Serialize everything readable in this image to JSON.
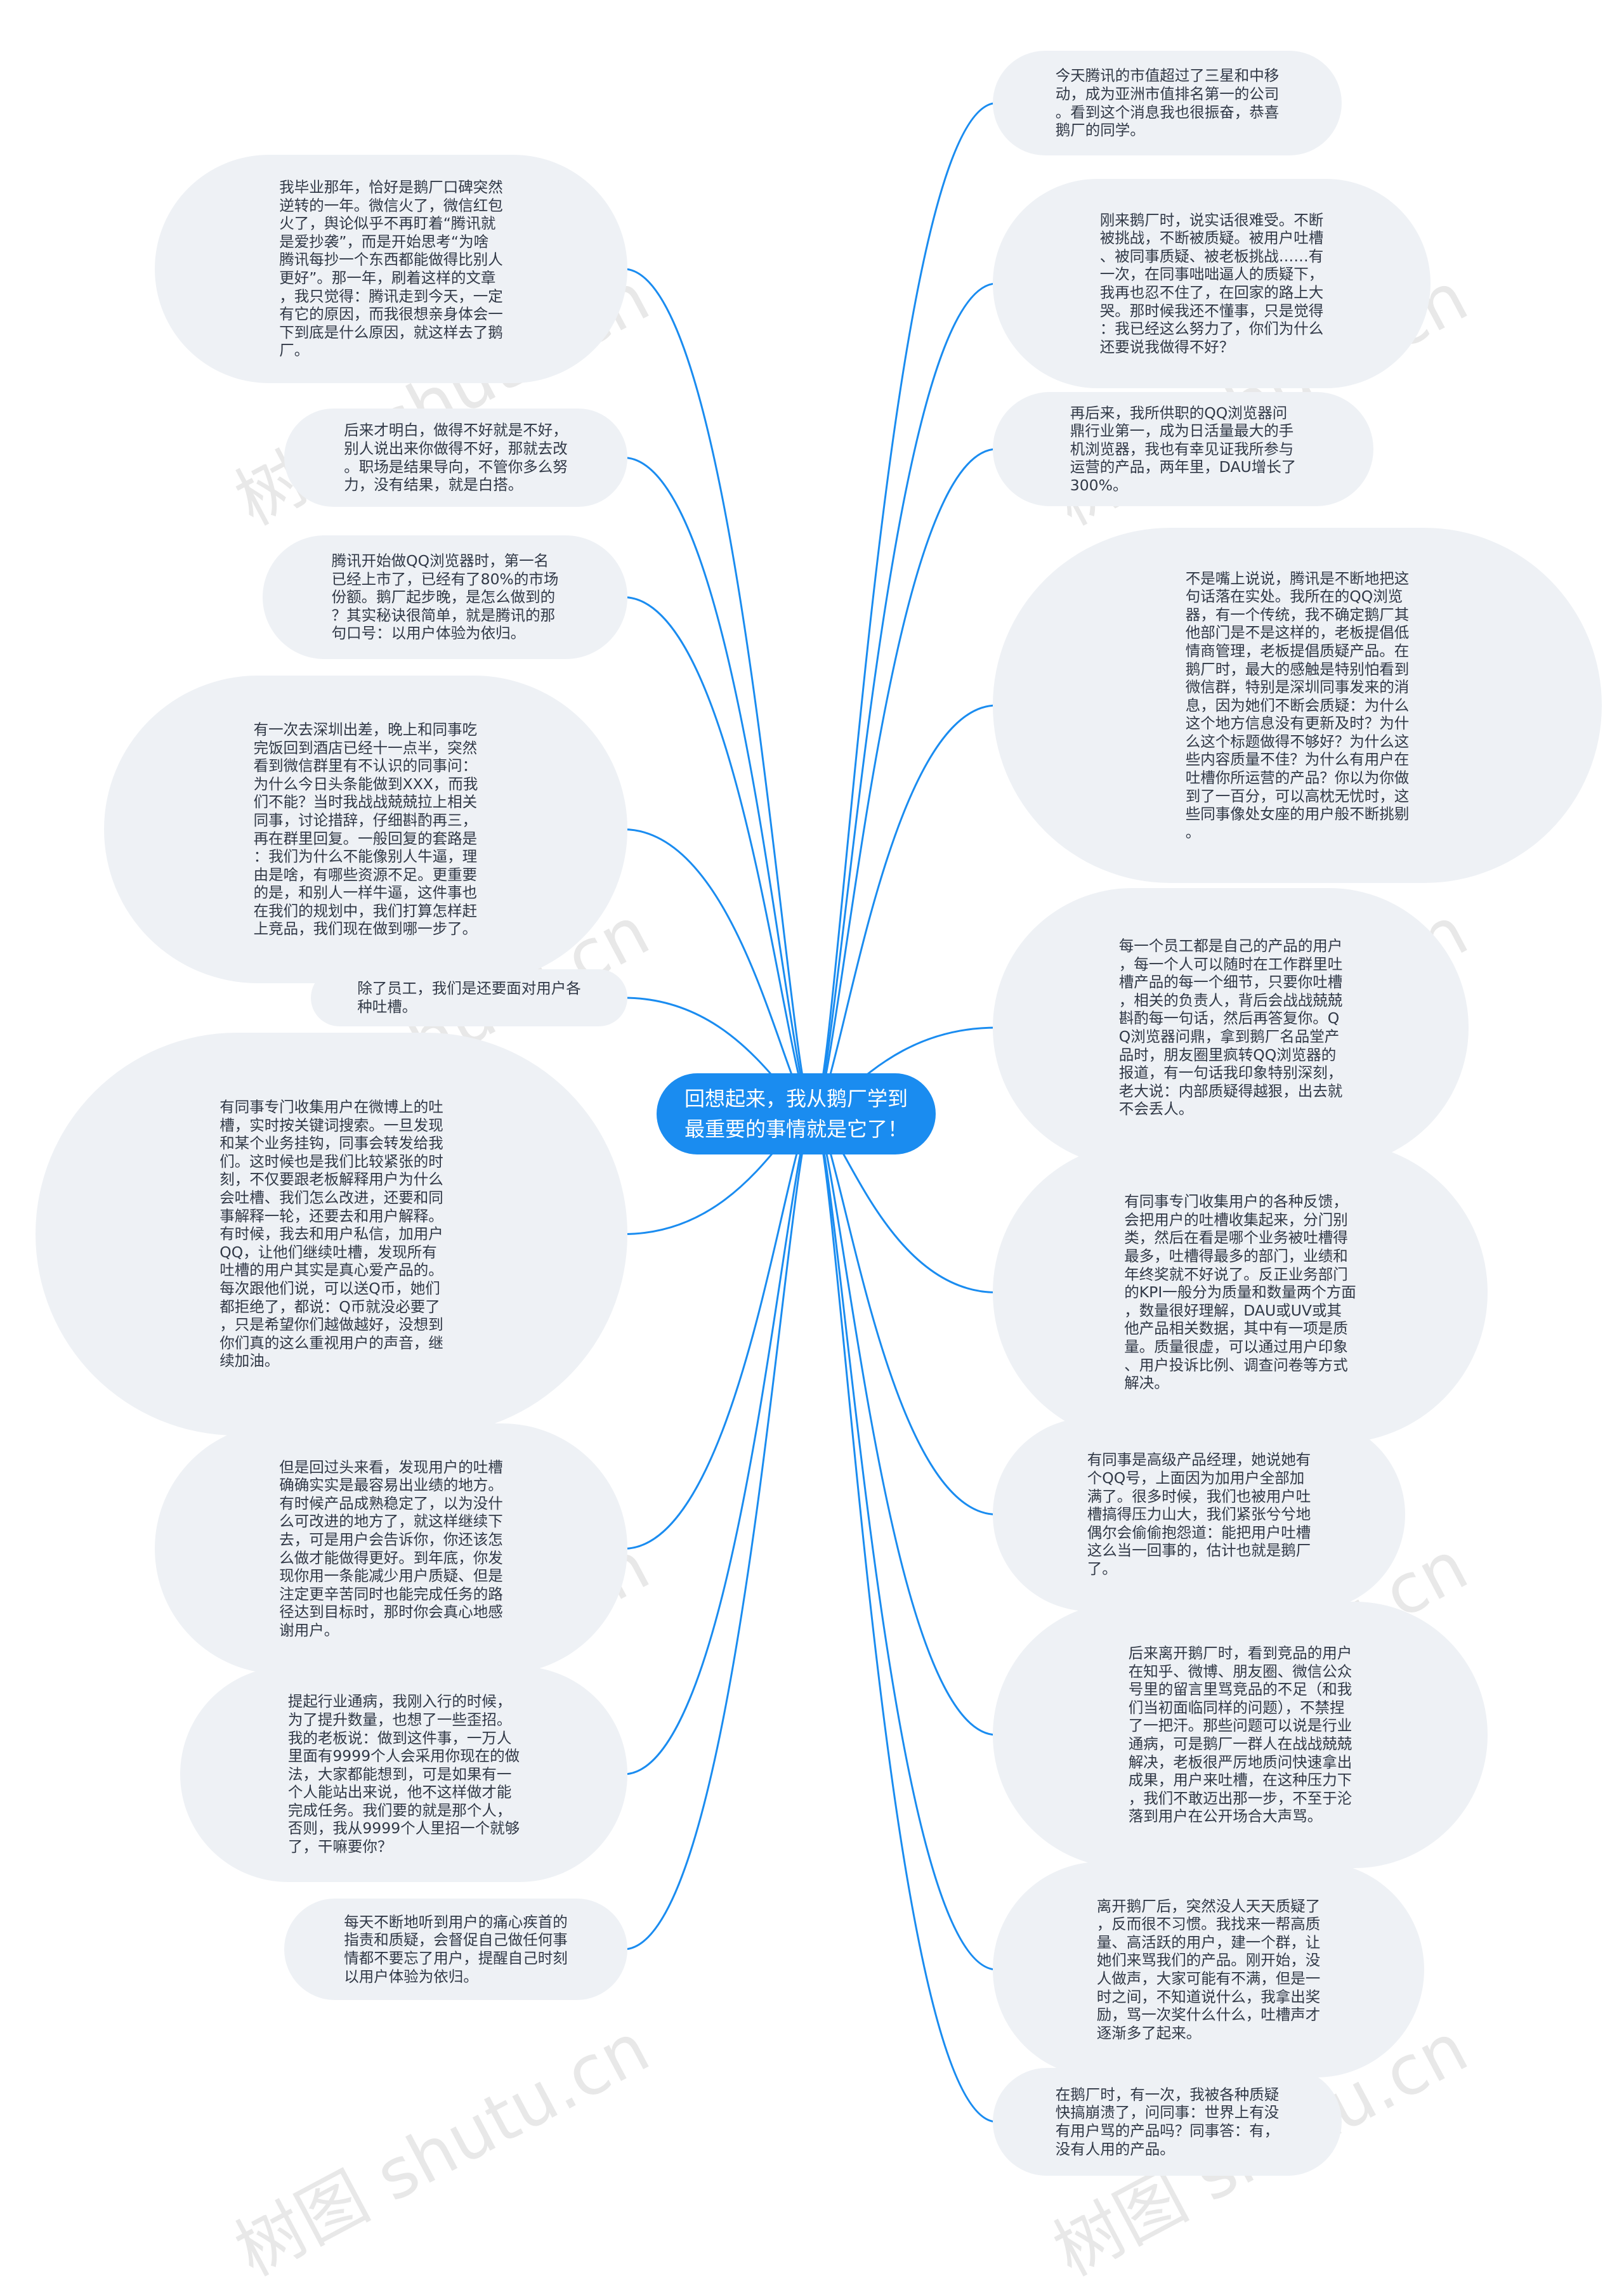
{
  "diagram": {
    "title": "回想起来，我从鹅厂学到\n最重要的事情就是它了！",
    "link_color": "#1a8cf0",
    "node_color": "#eef1f5",
    "center_color": "#1a8cf0",
    "watermark": "树图 shutu.cn"
  },
  "left_nodes": [
    {
      "text": "我毕业那年，恰好是鹅厂口碑突然\n逆转的一年。微信火了，微信红包\n火了，舆论似乎不再盯着“腾讯就\n是爱抄袭”，而是开始思考“为啥\n腾讯每抄一个东西都能做得比别人\n更好”。那一年，刷着这样的文章\n，我只觉得：腾讯走到今天，一定\n有它的原因，而我很想亲身体会一\n下到底是什么原因，就这样去了鹅\n厂。"
    },
    {
      "text": "后来才明白，做得不好就是不好，\n别人说出来你做得不好，那就去改\n。职场是结果导向，不管你多么努\n力，没有结果，就是白搭。"
    },
    {
      "text": "腾讯开始做QQ浏览器时，第一名\n已经上市了，已经有了80%的市场\n份额。鹅厂起步晚，是怎么做到的\n？其实秘诀很简单，就是腾讯的那\n句口号：以用户体验为依归。"
    },
    {
      "text": "有一次去深圳出差，晚上和同事吃\n完饭回到酒店已经十一点半，突然\n看到微信群里有不认识的同事问：\n为什么今日头条能做到XXX，而我\n们不能？当时我战战兢兢拉上相关\n同事，讨论措辞，仔细斟酌再三，\n再在群里回复。一般回复的套路是\n：我们为什么不能像别人牛逼，理\n由是啥，有哪些资源不足。更重要\n的是，和别人一样牛逼，这件事也\n在我们的规划中，我们打算怎样赶\n上竞品，我们现在做到哪一步了。"
    },
    {
      "text": "除了员工，我们是还要面对用户各\n种吐槽。"
    },
    {
      "text": "有同事专门收集用户在微博上的吐\n槽，实时按关键词搜索。一旦发现\n和某个业务挂钩，同事会转发给我\n们。这时候也是我们比较紧张的时\n刻，不仅要跟老板解释用户为什么\n会吐槽、我们怎么改进，还要和同\n事解释一轮，还要去和用户解释。\n有时候，我去和用户私信，加用户\nQQ，让他们继续吐槽，发现所有\n吐槽的用户其实是真心爱产品的。\n每次跟他们说，可以送Q币，她们\n都拒绝了，都说：Q币就没必要了\n，只是希望你们越做越好，没想到\n你们真的这么重视用户的声音，继\n续加油。"
    },
    {
      "text": "但是回过头来看，发现用户的吐槽\n确确实实是最容易出业绩的地方。\n有时候产品成熟稳定了，以为没什\n么可改进的地方了，就这样继续下\n去，可是用户会告诉你，你还该怎\n么做才能做得更好。到年底，你发\n现你用一条能减少用户质疑、但是\n注定更辛苦同时也能完成任务的路\n径达到目标时，那时你会真心地感\n谢用户。"
    },
    {
      "text": "提起行业通病，我刚入行的时候，\n为了提升数量，也想了一些歪招。\n我的老板说：做到这件事，一万人\n里面有9999个人会采用你现在的做\n法，大家都能想到，可是如果有一\n个人能站出来说，他不这样做才能\n完成任务。我们要的就是那个人，\n否则，我从9999个人里招一个就够\n了，干嘛要你？"
    },
    {
      "text": "每天不断地听到用户的痛心疾首的\n指责和质疑，会督促自己做任何事\n情都不要忘了用户，提醒自己时刻\n以用户体验为依归。"
    }
  ],
  "right_nodes": [
    {
      "text": "今天腾讯的市值超过了三星和中移\n动，成为亚洲市值排名第一的公司\n。看到这个消息我也很振奋，恭喜\n鹅厂的同学。"
    },
    {
      "text": "刚来鹅厂时，说实话很难受。不断\n被挑战，不断被质疑。被用户吐槽\n、被同事质疑、被老板挑战……有\n一次，在同事咄咄逼人的质疑下，\n我再也忍不住了，在回家的路上大\n哭。那时候我还不懂事，只是觉得\n：我已经这么努力了，你们为什么\n还要说我做得不好？"
    },
    {
      "text": "再后来，我所供职的QQ浏览器问\n鼎行业第一，成为日活量最大的手\n机浏览器，我也有幸见证我所参与\n运营的产品，两年里，DAU增长了\n300%。"
    },
    {
      "text": "不是嘴上说说，腾讯是不断地把这\n句话落在实处。我所在的QQ浏览\n器，有一个传统，我不确定鹅厂其\n他部门是不是这样的，老板提倡低\n情商管理，老板提倡质疑产品。在\n鹅厂时，最大的感触是特别怕看到\n微信群，特别是深圳同事发来的消\n息，因为她们不断会质疑：为什么\n这个地方信息没有更新及时？为什\n么这个标题做得不够好？为什么这\n些内容质量不佳？为什么有用户在\n吐槽你所运营的产品？你以为你做\n到了一百分，可以高枕无忧时，这\n些同事像处女座的用户般不断挑剔\n。"
    },
    {
      "text": "每一个员工都是自己的产品的用户\n，每一个人可以随时在工作群里吐\n槽产品的每一个细节，只要你吐槽\n，相关的负责人，背后会战战兢兢\n斟酌每一句话，然后再答复你。Q\nQ浏览器问鼎，拿到鹅厂名品堂产\n品时，朋友圈里疯转QQ浏览器的\n报道，有一句话我印象特别深刻，\n老大说：内部质疑得越狠，出去就\n不会丢人。"
    },
    {
      "text": "有同事专门收集用户的各种反馈，\n会把用户的吐槽收集起来，分门别\n类，然后在看是哪个业务被吐槽得\n最多，吐槽得最多的部门，业绩和\n年终奖就不好说了。反正业务部门\n的KPI一般分为质量和数量两个方面\n，数量很好理解，DAU或UV或其\n他产品相关数据，其中有一项是质\n量。质量很虚，可以通过用户印象\n、用户投诉比例、调查问卷等方式\n解决。"
    },
    {
      "text": "有同事是高级产品经理，她说她有\n个QQ号，上面因为加用户全部加\n满了。很多时候，我们也被用户吐\n槽搞得压力山大，我们紧张兮兮地\n偶尔会偷偷抱怨道：能把用户吐槽\n这么当一回事的，估计也就是鹅厂\n了。"
    },
    {
      "text": "后来离开鹅厂时，看到竞品的用户\n在知乎、微博、朋友圈、微信公众\n号里的留言里骂竞品的不足（和我\n们当初面临同样的问题），不禁捏\n了一把汗。那些问题可以说是行业\n通病，可是鹅厂一群人在战战兢兢\n解决，老板很严厉地质问快速拿出\n成果，用户来吐槽，在这种压力下\n，我们不敢迈出那一步，不至于沦\n落到用户在公开场合大声骂。"
    },
    {
      "text": "离开鹅厂后，突然没人天天质疑了\n，反而很不习惯。我找来一帮高质\n量、高活跃的用户，建一个群，让\n她们来骂我们的产品。刚开始，没\n人做声，大家可能有不满，但是一\n时之间，不知道说什么，我拿出奖\n励，骂一次奖什么什么，吐槽声才\n逐渐多了起来。"
    },
    {
      "text": "在鹅厂时，有一次，我被各种质疑\n快搞崩溃了，问同事：世界上有没\n有用户骂的产品吗？同事答：有，\n没有人用的产品。"
    }
  ]
}
